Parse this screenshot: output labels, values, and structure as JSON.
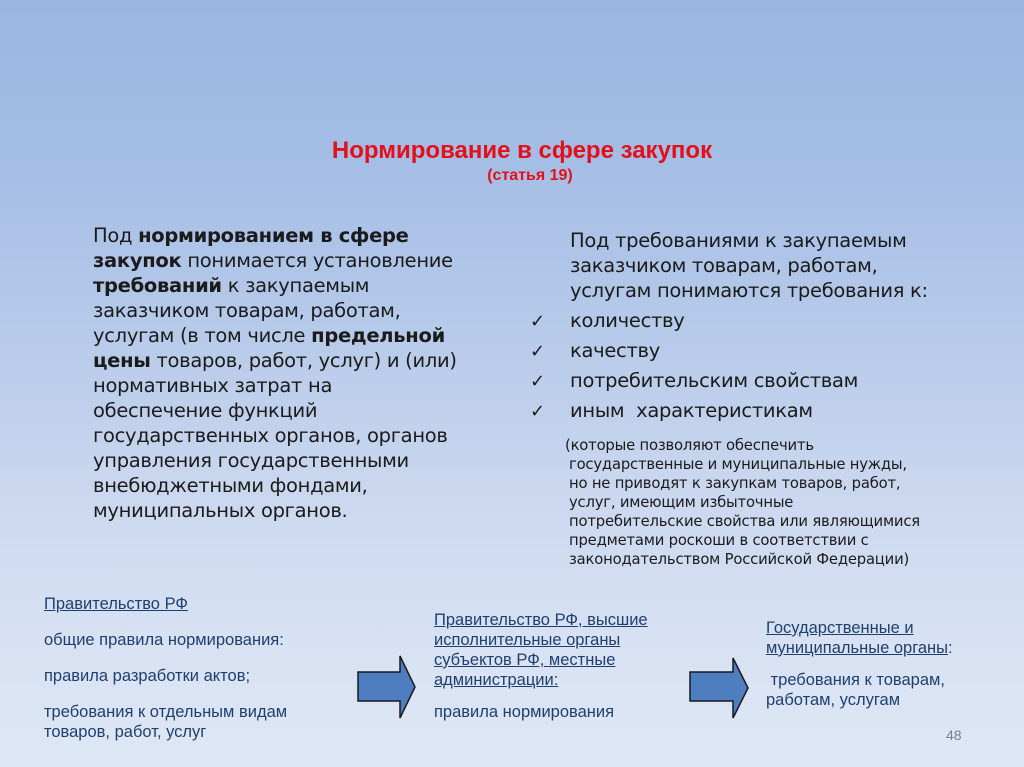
{
  "slide": {
    "title": "Нормирование в сфере закупок",
    "subtitle": "(статья 19)",
    "page_number": "48",
    "colors": {
      "title": "#e3101a",
      "flow_text": "#1f3f6e",
      "arrow_fill": "#4f7ec0",
      "arrow_stroke": "#1a1a1a",
      "bg_top": "#9bb6e3",
      "bg_bottom": "#dee7f5"
    }
  },
  "left_paragraph": {
    "lines": [
      [
        {
          "t": "Под ",
          "b": false
        },
        {
          "t": "нормированием в сфере",
          "b": true
        }
      ],
      [
        {
          "t": "закупок",
          "b": true
        },
        {
          "t": " понимается установление",
          "b": false
        }
      ],
      [
        {
          "t": "требований",
          "b": true
        },
        {
          "t": " к закупаемым",
          "b": false
        }
      ],
      [
        {
          "t": "заказчиком товарам, работам,",
          "b": false
        }
      ],
      [
        {
          "t": "услугам (в том числе ",
          "b": false
        },
        {
          "t": "предельной",
          "b": true
        }
      ],
      [
        {
          "t": "цены",
          "b": true
        },
        {
          "t": " товаров, работ, услуг) и (или)",
          "b": false
        }
      ],
      [
        {
          "t": "нормативных затрат на",
          "b": false
        }
      ],
      [
        {
          "t": "обеспечение функций",
          "b": false
        }
      ],
      [
        {
          "t": "государственных органов, органов",
          "b": false
        }
      ],
      [
        {
          "t": "управления государственными",
          "b": false
        }
      ],
      [
        {
          "t": "внебюджетными фондами,",
          "b": false
        }
      ],
      [
        {
          "t": "муниципальных органов.",
          "b": false
        }
      ]
    ]
  },
  "right_block": {
    "intro_lines": [
      "Под требованиями к закупаемым",
      "заказчиком товарам, работам,",
      "услугам понимаются требования к:"
    ],
    "check_icon": "✓",
    "items": [
      "количеству",
      "качеству",
      "потребительским свойствам",
      "иным  характеристикам"
    ],
    "note_lines": [
      "(которые позволяют обеспечить",
      "государственные и муниципальные нужды,",
      "но не приводят к закупкам товаров, работ,",
      "услуг, имеющим избыточные",
      "потребительские свойства или являющимися",
      "предметами роскоши в соответствии с",
      "законодательством Российской Федерации)"
    ]
  },
  "flow": {
    "col1": {
      "heading": "Правительство РФ",
      "lines": [
        "общие правила нормирования:",
        "правила разработки актов;",
        "требования к отдельным видам",
        "товаров, работ, услуг"
      ]
    },
    "col2": {
      "heading_lines": [
        "Правительство РФ, высшие",
        "исполнительные органы",
        "субъектов РФ, местные",
        "администрации:"
      ],
      "lines": [
        "правила нормирования"
      ]
    },
    "col3": {
      "heading_lines": [
        "Государственные и",
        "муниципальные органы"
      ],
      "heading_suffix": ":",
      "lines": [
        " требования к товарам,",
        "работам, услугам"
      ]
    },
    "arrows": [
      "arrow-right-icon",
      "arrow-right-icon"
    ]
  }
}
